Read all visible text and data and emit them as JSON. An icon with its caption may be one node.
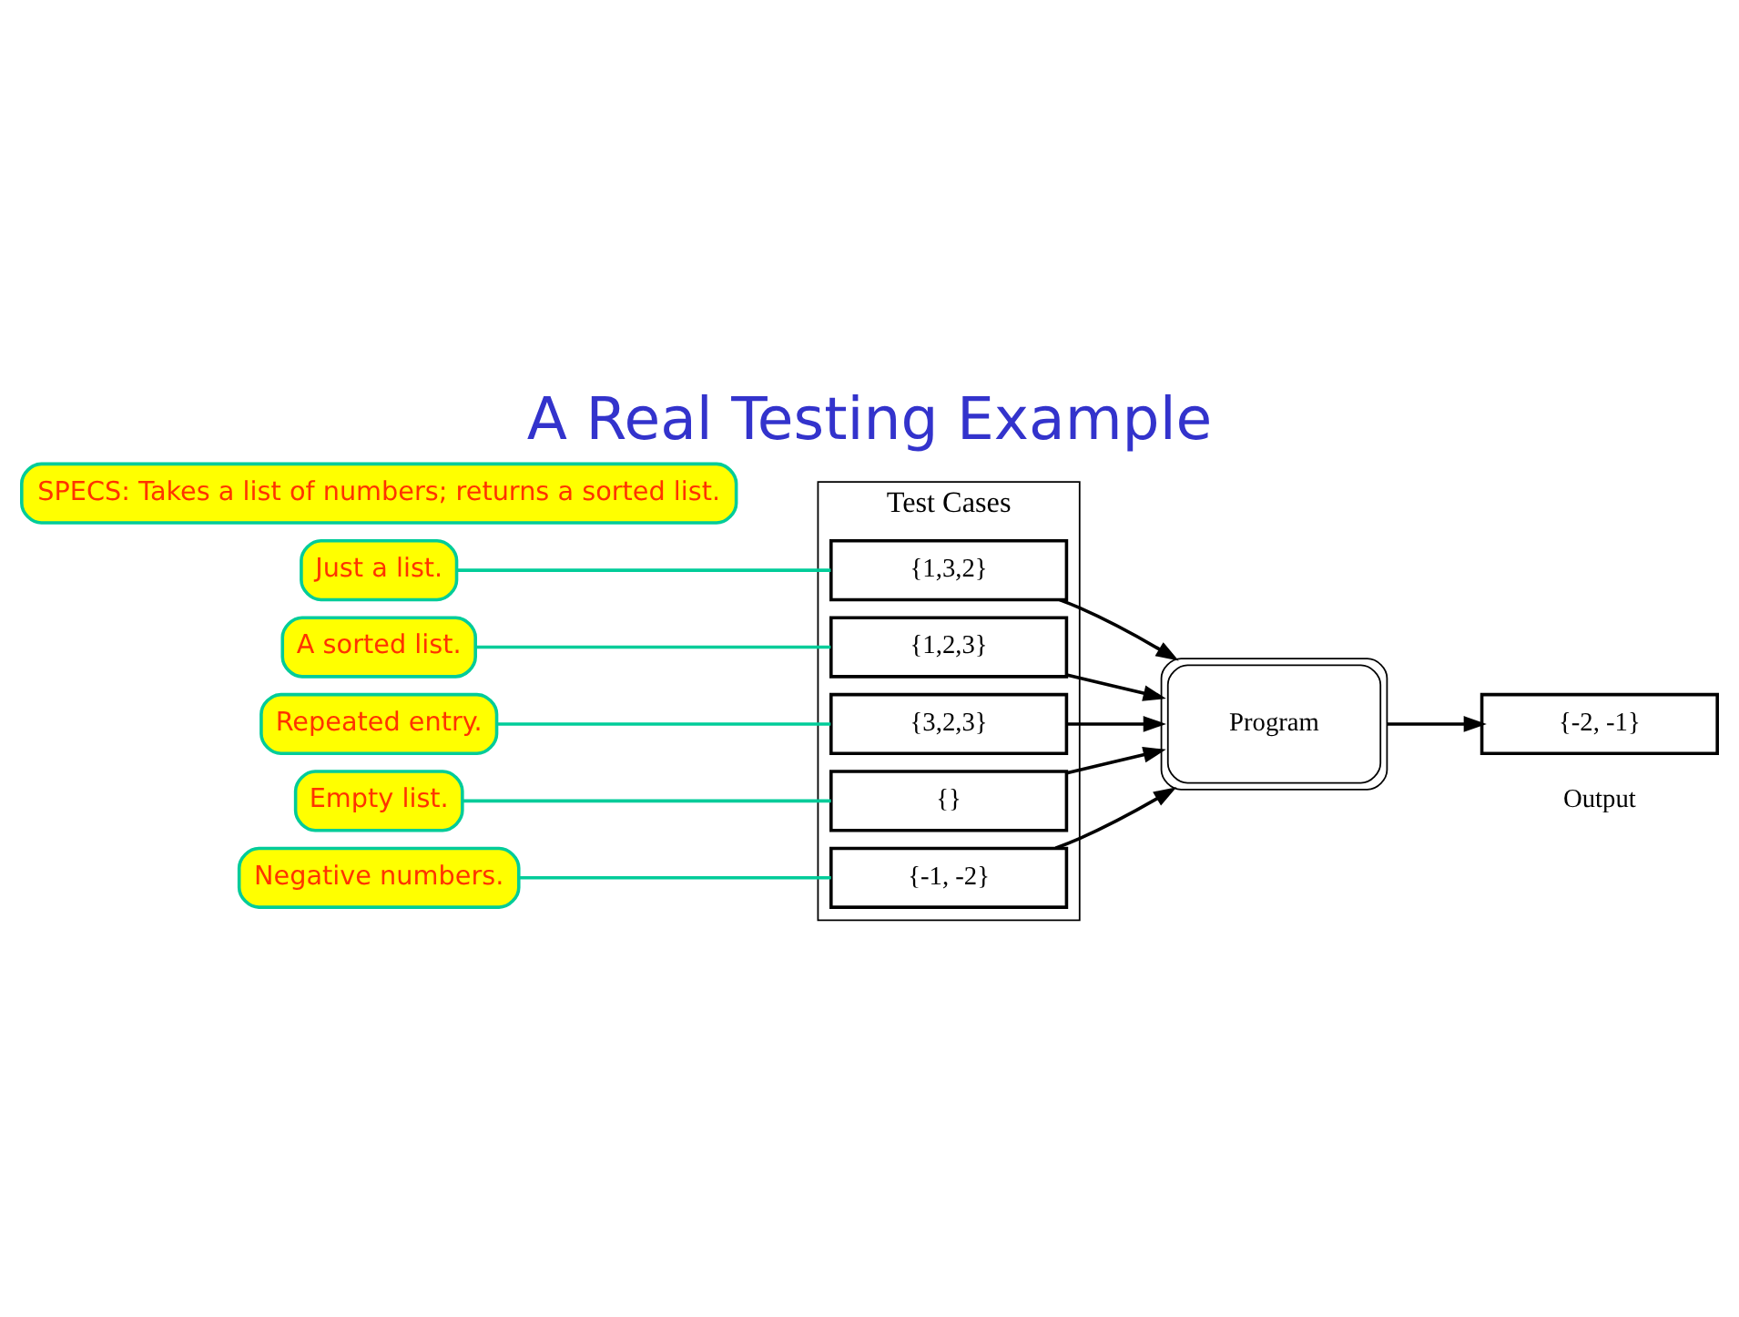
{
  "diagram": {
    "title": "A Real Testing Example",
    "nodes": [
      {
        "text": [
          "Test Cases"
        ]
      },
      {
        "text": [
          "{1,3,2}"
        ],
        "in": 0
      },
      {
        "text": [
          "{1,2,3}"
        ],
        "in": 0
      },
      {
        "text": [
          "{3,2,3}"
        ],
        "in": 0
      },
      {
        "text": [
          "{}"
        ],
        "in": 0
      },
      {
        "text": [
          "{-1, -2}"
        ],
        "in": 0
      },
      {
        "text": [
          "Program"
        ]
      },
      {
        "text": [
          "{-2, -1}"
        ],
        "beside": [
          "Output"
        ]
      },
      {
        "text": [
          "Just a list."
        ]
      },
      {
        "text": [
          "A sorted list."
        ]
      },
      {
        "text": [
          "Repeated entry."
        ]
      },
      {
        "text": [
          "Empty list."
        ]
      },
      {
        "text": [
          "Negative numbers."
        ]
      },
      {
        "text": [
          "SPECS: Takes a list of numbers; returns a sorted list."
        ]
      }
    ],
    "edges": [
      {
        "from": 1,
        "to": 6,
        "arrow": "to"
      },
      {
        "from": 2,
        "to": 6,
        "arrow": "to"
      },
      {
        "from": 3,
        "to": 6,
        "arrow": "to"
      },
      {
        "from": 4,
        "to": 6,
        "arrow": "to"
      },
      {
        "from": 5,
        "to": 6,
        "arrow": "to"
      },
      {
        "from": 6,
        "to": 7,
        "arrow": "to"
      },
      {
        "from": 8,
        "to": 1,
        "arrow": "none",
        "color": "#00cc99"
      },
      {
        "from": 9,
        "to": 2,
        "arrow": "none",
        "color": "#00cc99"
      },
      {
        "from": 10,
        "to": 3,
        "arrow": "none",
        "color": "#00cc99"
      },
      {
        "from": 11,
        "to": 4,
        "arrow": "none",
        "color": "#00cc99"
      },
      {
        "from": 12,
        "to": 5,
        "arrow": "none",
        "color": "#00cc99"
      }
    ]
  }
}
